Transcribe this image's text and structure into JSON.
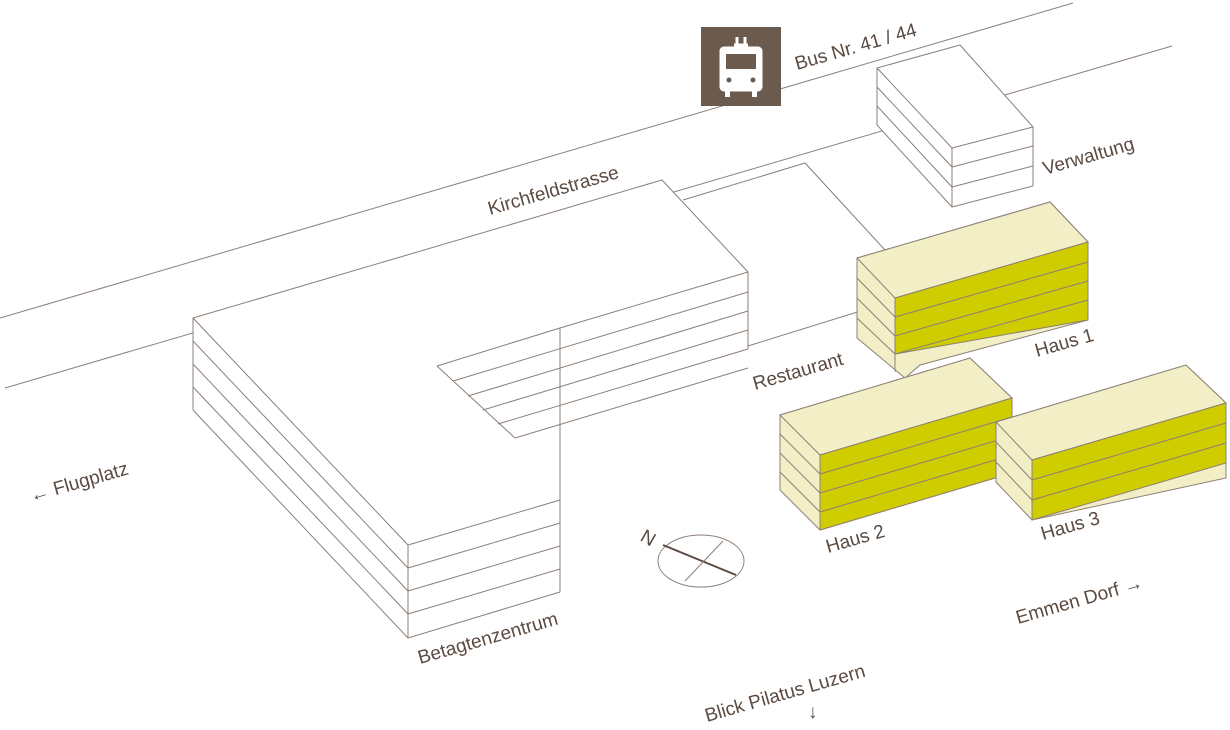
{
  "colors": {
    "ink": "#5a4a40",
    "outline": "#8c7f77",
    "building_fill": "#ffffff",
    "highlight_side": "#cfcc00",
    "highlight_light": "#f2efc6",
    "bus_sign_bg": "#6b5a4e"
  },
  "icons": {
    "bus_stop": "bus-icon",
    "compass": "compass-icon"
  },
  "labels": {
    "bus": "Bus Nr. 41 / 44",
    "street": "Kirchfeldstrasse",
    "verwaltung": "Verwaltung",
    "restaurant": "Restaurant",
    "haus1": "Haus 1",
    "haus2": "Haus 2",
    "haus3": "Haus 3",
    "flugplatz": "← Flugplatz",
    "betagtenzentrum": "Betagtenzentrum",
    "emmen_dorf": "Emmen Dorf →",
    "blick_pilatus": "Blick Pilatus Luzern",
    "blick_arrow": "↓",
    "north": "N"
  }
}
